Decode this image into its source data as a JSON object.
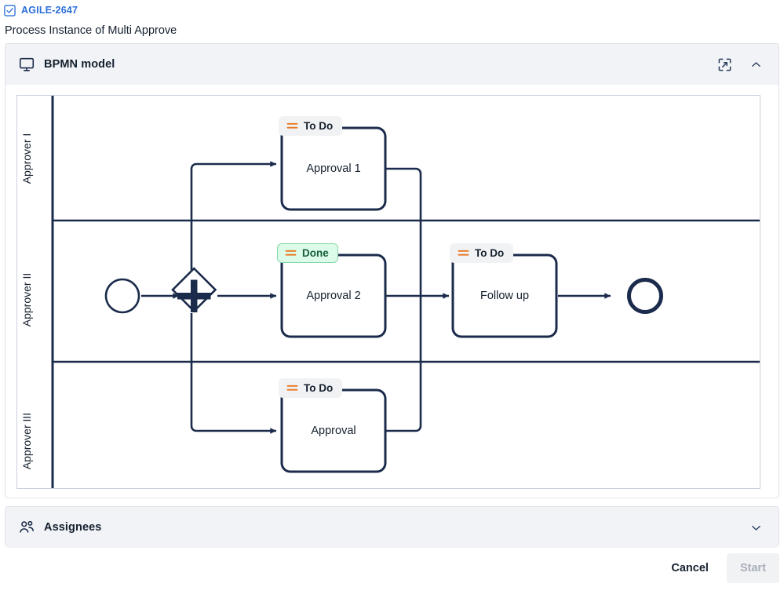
{
  "breadcrumb": {
    "checkbox_icon": "checkbox-checked-icon",
    "issue_key": "AGILE-2647"
  },
  "page_title": "Process Instance of Multi Approve",
  "bpmn_card": {
    "icon": "monitor-icon",
    "title": "BPMN model",
    "expand_icon": "expand-fullscreen-icon",
    "collapse_icon": "chevron-up-icon"
  },
  "assignees_card": {
    "icon": "people-icon",
    "title": "Assignees",
    "expand_icon": "chevron-down-icon"
  },
  "footer": {
    "cancel_label": "Cancel",
    "start_label": "Start"
  },
  "diagram": {
    "lanes": [
      {
        "label": "Approver I"
      },
      {
        "label": "Approver II"
      },
      {
        "label": "Approver III"
      }
    ],
    "tasks": [
      {
        "name": "Approval 1",
        "status": "To Do",
        "status_kind": "todo"
      },
      {
        "name": "Approval 2",
        "status": "Done",
        "status_kind": "done"
      },
      {
        "name": "Follow up",
        "status": "To Do",
        "status_kind": "todo"
      },
      {
        "name": "Approval",
        "status": "To Do",
        "status_kind": "todo"
      }
    ],
    "events": [
      {
        "name": "start-event",
        "type": "start"
      },
      {
        "name": "end-event",
        "type": "end"
      }
    ],
    "gateways": [
      {
        "name": "parallel-gateway",
        "type": "parallel"
      }
    ],
    "colors": {
      "stroke": "#1b2b4b",
      "lane_border": "#1b2b4b",
      "badge_todo_bg": "#f1f2f4",
      "badge_done_bg": "#dcfce9",
      "badge_done_border": "#86d8ab",
      "badge_done_text": "#16603a",
      "badge_bars": "#e8761e",
      "accent_link": "#2a6dd9"
    }
  }
}
